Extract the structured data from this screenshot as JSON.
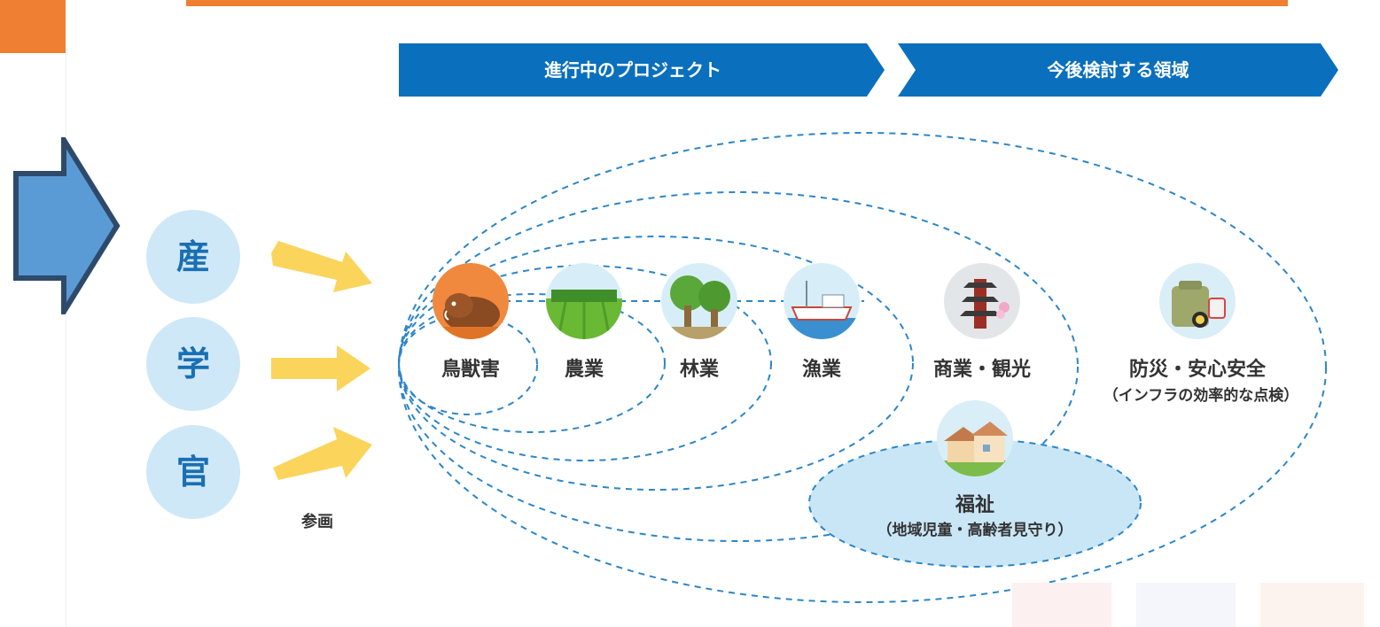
{
  "banners": {
    "current": "進行中のプロジェクト",
    "future": "今後検討する領域"
  },
  "actors": {
    "industry": "産",
    "academia": "学",
    "government": "官",
    "participation": "参画"
  },
  "fields": {
    "wildlife": "鳥獣害",
    "agriculture": "農業",
    "forestry": "林業",
    "fishery": "漁業",
    "commerce": "商業・観光",
    "disaster": "防災・安心安全",
    "disaster_sub": "（インフラの効率的な点検）",
    "welfare": "福祉",
    "welfare_sub": "（地域児童・高齢者見守り）"
  },
  "colors": {
    "accent_orange": "#ee7f33",
    "banner_blue": "#0a6fbd",
    "circle_fill": "#cfe8f8",
    "circle_text": "#1a6fb3",
    "dashed_line": "#2c86c8",
    "arrow_yellow": "#fbd45c",
    "welfare_fill": "#c9e6f7",
    "big_arrow_fill": "#5b9bd5",
    "big_arrow_stroke": "#2e4a6b"
  },
  "icons": {
    "wildlife": "boar-icon",
    "agriculture": "field-icon",
    "forestry": "tree-icon",
    "fishery": "ship-icon",
    "commerce": "pagoda-icon",
    "disaster": "emergency-kit-icon",
    "welfare": "house-icon"
  }
}
